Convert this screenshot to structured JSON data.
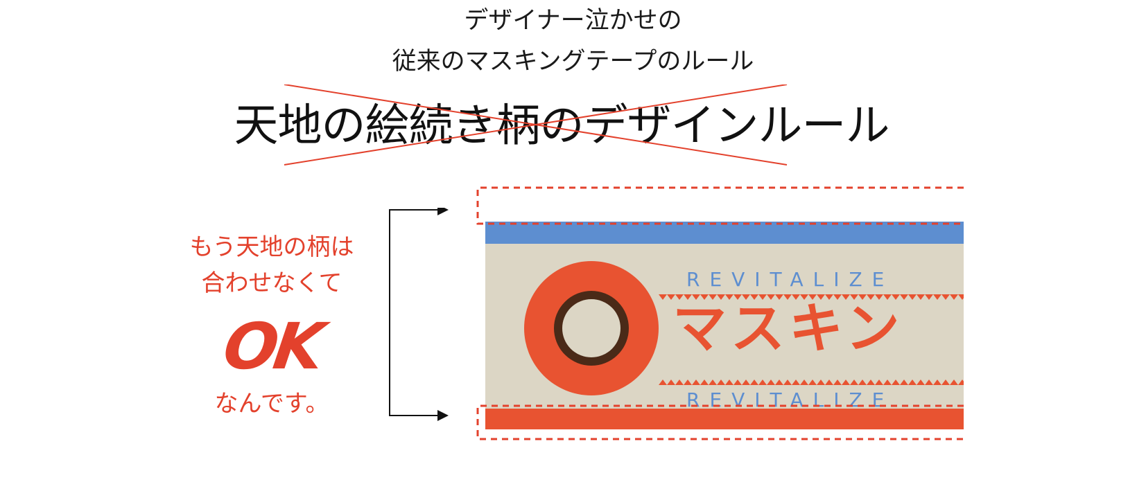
{
  "subtitle": {
    "line1": "デザイナー泣かせの",
    "line2": "従来のマスキングテープのルール"
  },
  "heading": {
    "text": "天地の絵続き柄のデザインルール",
    "strike_color": "#e3412c"
  },
  "message": {
    "line1": "もう天地の柄は",
    "line2": "合わせなくて",
    "ok": "OK",
    "line3": "なんです。",
    "color": "#e3412c"
  },
  "tape": {
    "revitalize_top": "REVITALIZE",
    "revitalize_bottom": "REVITALIZE",
    "title": "マスキン",
    "colors": {
      "background": "#dcd6c5",
      "top_band": "#5d8ed0",
      "bottom_band": "#e85331",
      "circle": "#e85331",
      "ring": "#4a2a18",
      "dashed_guide": "#e3412c"
    }
  }
}
